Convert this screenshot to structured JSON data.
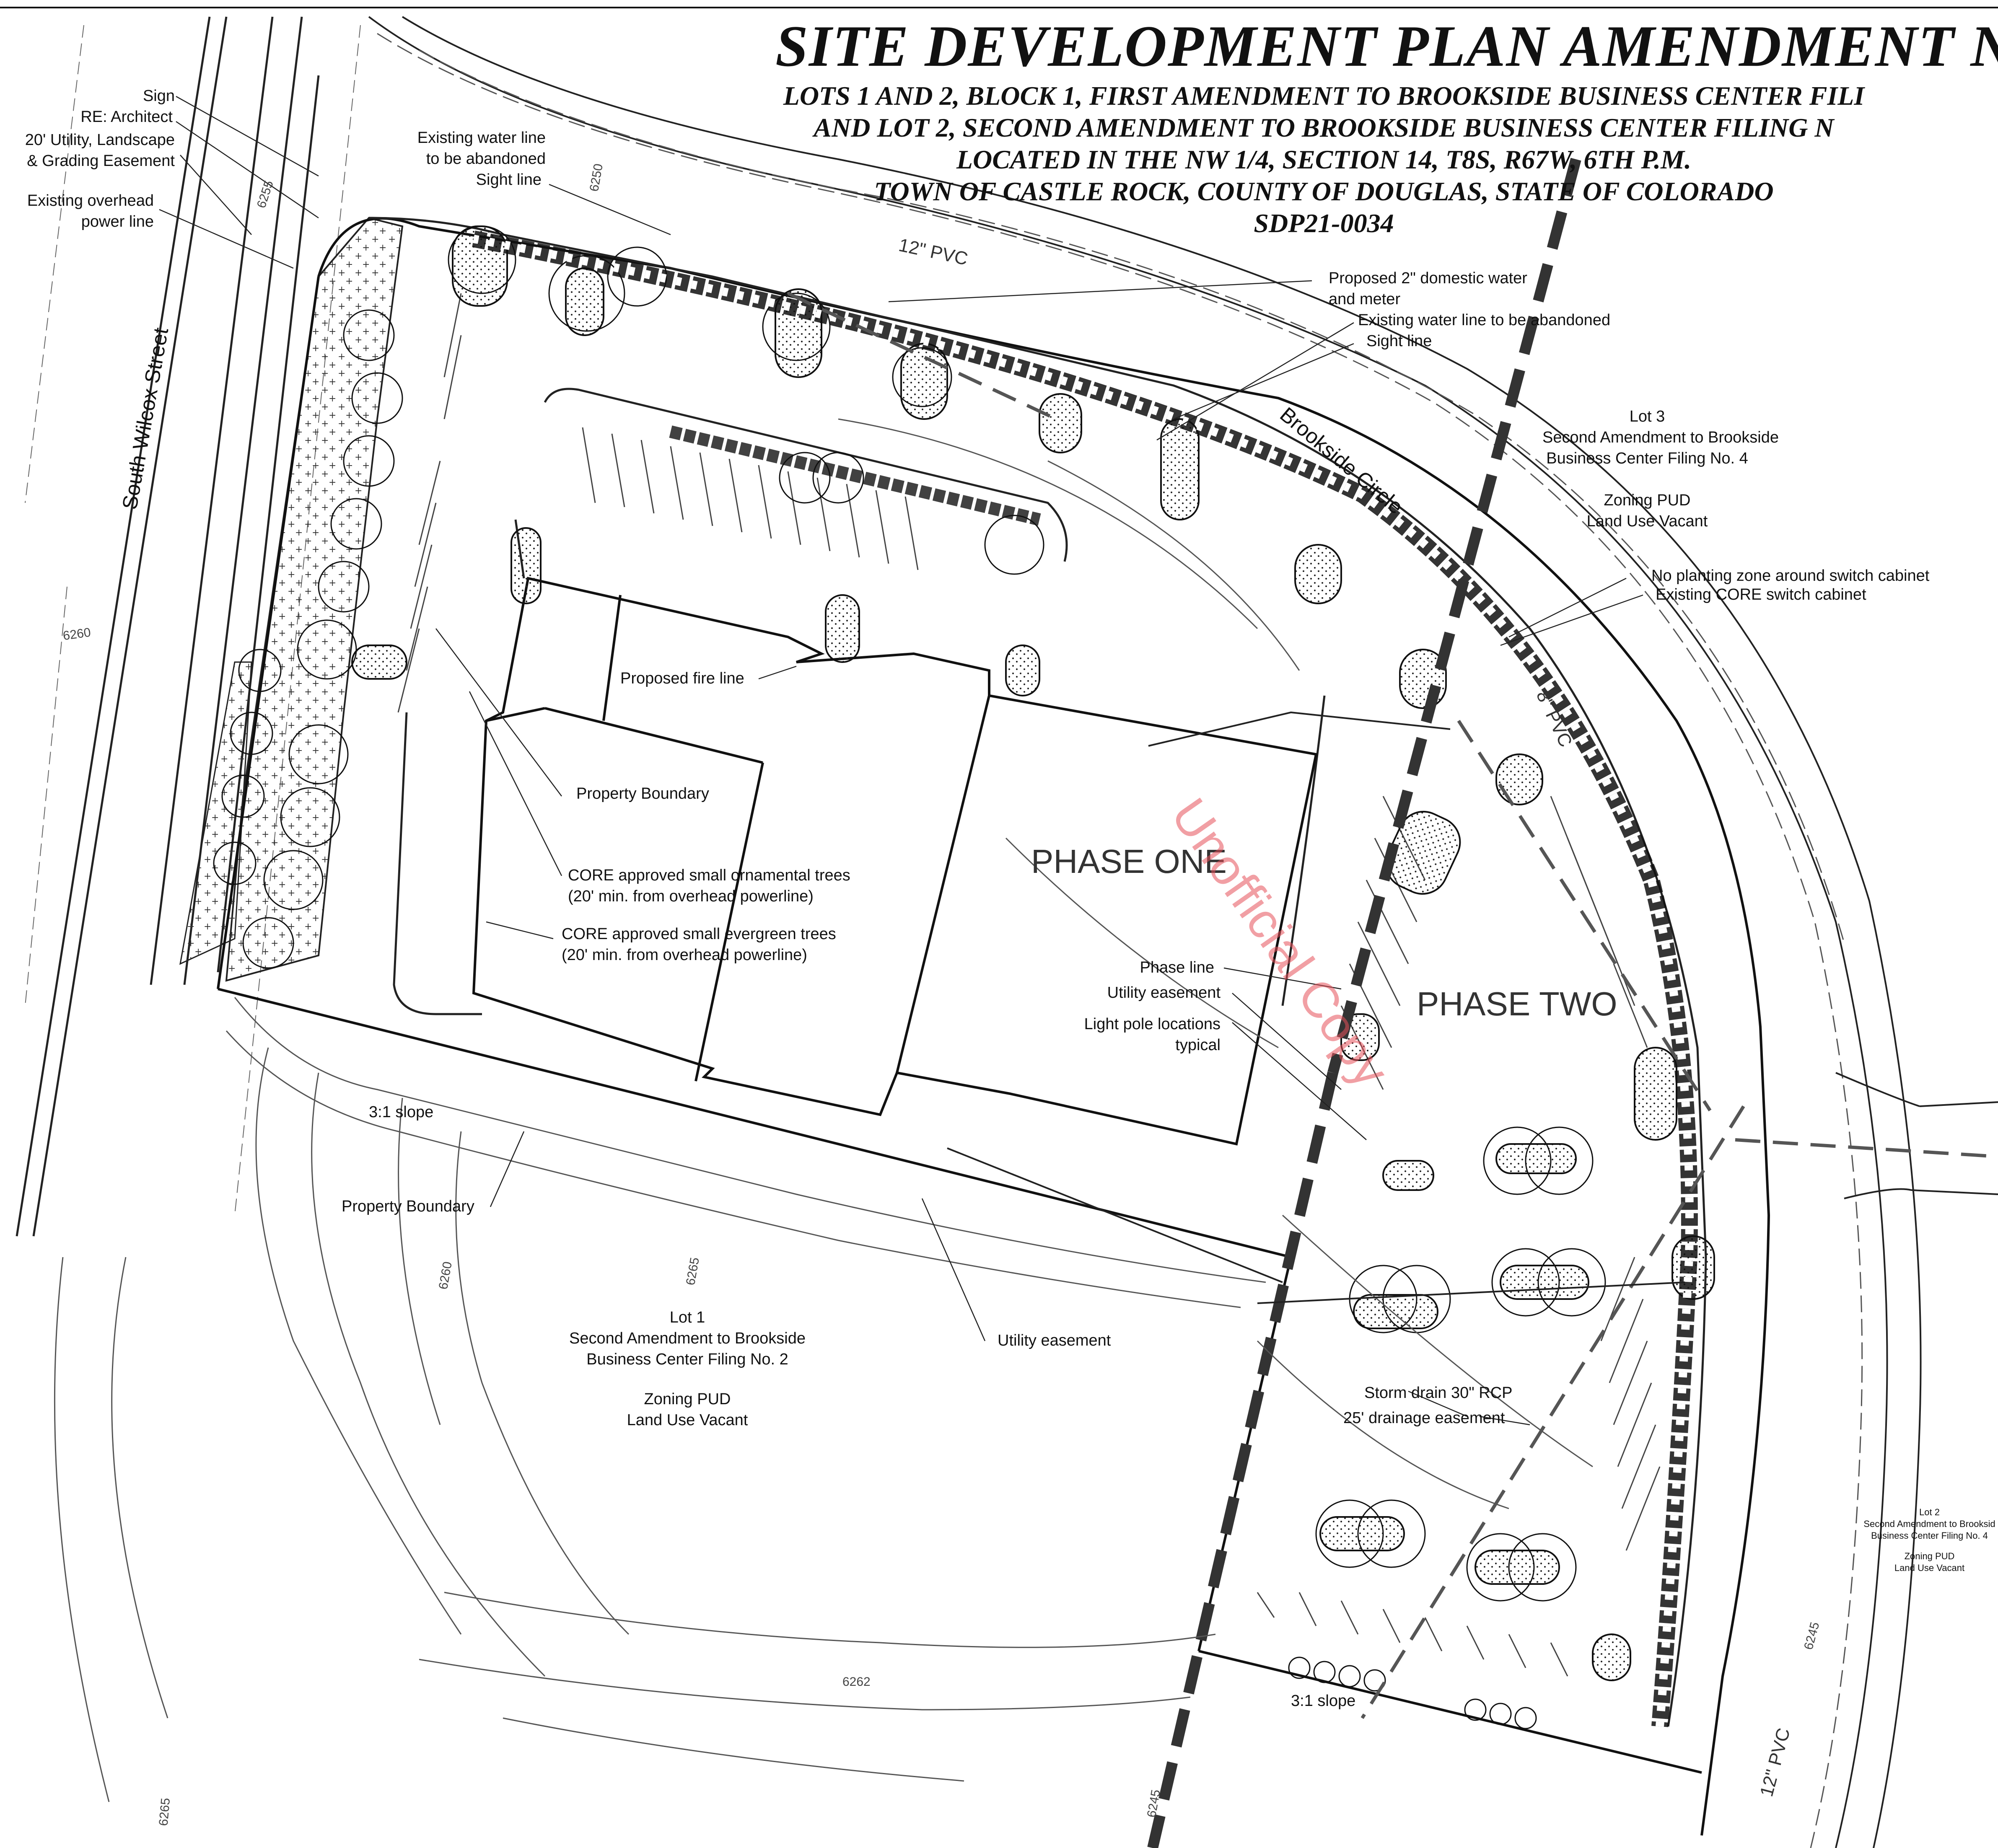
{
  "title": {
    "main": "SITE DEVELOPMENT PLAN AMENDMENT N",
    "line1": "LOTS 1 AND 2, BLOCK 1, FIRST AMENDMENT TO BROOKSIDE BUSINESS CENTER FILI",
    "line2": "AND LOT 2, SECOND AMENDMENT TO BROOKSIDE BUSINESS CENTER FILING N",
    "line3": "LOCATED IN THE NW 1/4, SECTION 14, T8S, R67W, 6TH P.M.",
    "line4": "TOWN OF CASTLE ROCK, COUNTY OF DOUGLAS, STATE OF COLORADO",
    "line5": "SDP21-0034"
  },
  "labels": {
    "sign": "Sign",
    "re_architect": "RE: Architect",
    "utility_landscape": "20' Utility, Landscape",
    "grading_easement": "& Grading Easement",
    "overhead_power_1": "Existing overhead",
    "overhead_power_2": "power line",
    "water_abandon_1": "Existing water line",
    "water_abandon_2": "to be abandoned",
    "sight_line_1": "Sight line",
    "domestic_water_1": "Proposed 2\" domestic water",
    "domestic_water_2": "and meter",
    "water_abandon_3": "Existing water line to be abandoned",
    "sight_line_2": "Sight line",
    "brookside_circle": "Brookside Circle",
    "south_wilcox": "South Wilcox Street",
    "lot3_1": "Lot 3",
    "lot3_2": "Second Amendment to Brookside",
    "lot3_3": "Business Center Filing No. 4",
    "lot3_zoning": "Zoning PUD",
    "lot3_landuse": "Land Use Vacant",
    "no_planting": "No planting zone around switch cabinet",
    "core_cabinet": "Existing CORE switch cabinet",
    "fire_line": "Proposed fire line",
    "property_boundary_1": "Property Boundary",
    "ornamental_1": "CORE approved small ornamental trees",
    "ornamental_2": "(20' min. from overhead powerline)",
    "evergreen_1": "CORE approved small evergreen trees",
    "evergreen_2": "(20' min. from overhead powerline)",
    "phase_one": "PHASE ONE",
    "phase_two": "PHASE TWO",
    "phase_line": "Phase line",
    "utility_easement_1": "Utility easement",
    "light_pole_1": "Light pole locations",
    "light_pole_2": "typical",
    "slope_1": "3:1 slope",
    "property_boundary_2": "Property Boundary",
    "lot1_1": "Lot 1",
    "lot1_2": "Second Amendment to Brookside",
    "lot1_3": "Business Center Filing No. 2",
    "lot1_zoning": "Zoning PUD",
    "lot1_landuse": "Land Use Vacant",
    "utility_easement_2": "Utility easement",
    "storm_drain": "Storm drain 30\" RCP",
    "drainage_easement": "25' drainage easement",
    "slope_2": "3:1 slope",
    "lot2_1": "Lot 2",
    "lot2_2": "Second Amendment to Brooksid",
    "lot2_3": "Business Center Filing No. 4",
    "lot2_zoning": "Zoning PUD",
    "lot2_landuse": "Land Use Vacant",
    "pipe_12_pvc_1": "12\" PVC",
    "pipe_8_pvc": "8\" PVC",
    "pipe_12_pvc_2": "12\" PVC",
    "watermark": "Unofficial Copy"
  },
  "contours": {
    "c6250": "6250",
    "c6255": "6255",
    "c6260a": "6260",
    "c6260b": "6260",
    "c6265a": "6265",
    "c6265b": "6265",
    "c6262": "6262",
    "c6245a": "6245",
    "c6245b": "6245"
  },
  "colors": {
    "ink": "#111111",
    "watermark": "#e6505a"
  }
}
